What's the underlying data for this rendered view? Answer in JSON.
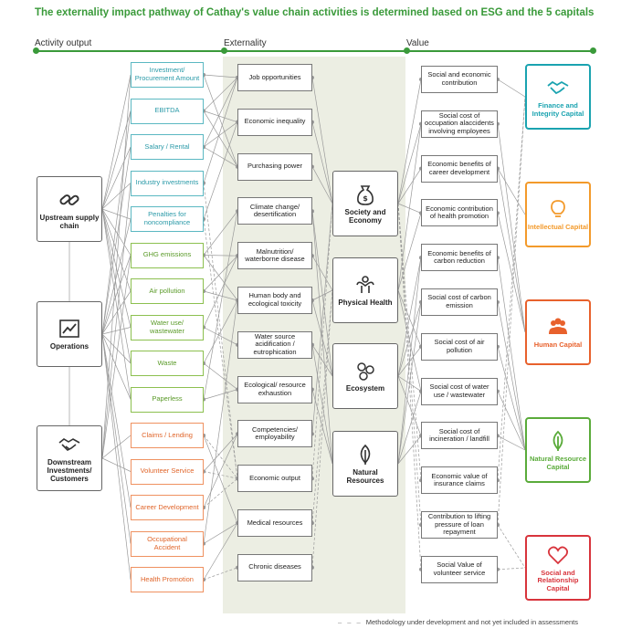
{
  "title": "The externality impact pathway of Cathay's value chain activities is determined based on ESG and the 5 capitals",
  "headers": {
    "activity": "Activity output",
    "externality": "Externality",
    "value": "Value"
  },
  "stages": [
    {
      "label": "Upstream supply chain",
      "icon": "chain-link-icon"
    },
    {
      "label": "Operations",
      "icon": "trend-chart-icon"
    },
    {
      "label": "Downstream Investments/ Customers",
      "icon": "handshake-icon"
    }
  ],
  "activities": [
    {
      "label": "Investment/ Procurement Amount",
      "color": "#2a9aa8"
    },
    {
      "label": "EBITDA",
      "color": "#2a9aa8"
    },
    {
      "label": "Salary / Rental",
      "color": "#2a9aa8"
    },
    {
      "label": "Industry investments",
      "color": "#2a9aa8"
    },
    {
      "label": "Penalties for noncompliance",
      "color": "#2a9aa8"
    },
    {
      "label": "GHG emissions",
      "color": "#5a9a28"
    },
    {
      "label": "Air pollution",
      "color": "#5a9a28"
    },
    {
      "label": "Water use/ wastewater",
      "color": "#5a9a28"
    },
    {
      "label": "Waste",
      "color": "#5a9a28"
    },
    {
      "label": "Paperless",
      "color": "#5a9a28"
    },
    {
      "label": "Claims / Lending",
      "color": "#e0652a"
    },
    {
      "label": "Volunteer Service",
      "color": "#e0652a"
    },
    {
      "label": "Career Development",
      "color": "#e0652a"
    },
    {
      "label": "Occupational Accident",
      "color": "#e0652a"
    },
    {
      "label": "Health Promotion",
      "color": "#e0652a"
    }
  ],
  "externalities": [
    "Job opportunities",
    "Economic inequality",
    "Purchasing power",
    "Climate change/ desertification",
    "Malnutrition/ waterborne disease",
    "Human body and ecological toxicity",
    "Water source acidification / eutrophication",
    "Ecological/ resource exhaustion",
    "Competencies/ employability",
    "Economic output",
    "Medical resources",
    "Chronic diseases"
  ],
  "impact_areas": [
    {
      "label": "Society and Economy",
      "icon": "money-bag-icon"
    },
    {
      "label": "Physical Health",
      "icon": "strong-arm-icon"
    },
    {
      "label": "Ecosystem",
      "icon": "molecule-icon"
    },
    {
      "label": "Natural Resources",
      "icon": "leaf-icon"
    }
  ],
  "values": [
    "Social and economic contribution",
    "Social cost of occupation alaccidents involving employees",
    "Economic benefits of career development",
    "Economic contribution of health promotion",
    "Economic benefits of carbon reduction",
    "Social cost of carbon emission",
    "Social cost of air pollution",
    "Social cost of water use / wastewater",
    "Social cost of incineration / landfill",
    "Economic value of insurance claims",
    "Contribution to lifting pressure of loan repayment",
    "Social Value of volunteer service"
  ],
  "capitals": [
    {
      "label": "Finance and Integrity Capital",
      "color": "#1aa3b0",
      "icon": "handshake-icon"
    },
    {
      "label": "Intellectual Capital",
      "color": "#f39a2b",
      "icon": "lightbulb-icon"
    },
    {
      "label": "Human Capital",
      "color": "#e8612c",
      "icon": "people-icon"
    },
    {
      "label": "Natural Resource Capital",
      "color": "#5aab3a",
      "icon": "leaf-icon"
    },
    {
      "label": "Social and Relationship Capital",
      "color": "#d8343c",
      "icon": "heart-icon"
    }
  ],
  "legend": "Methodology under development and not yet included in assessments"
}
